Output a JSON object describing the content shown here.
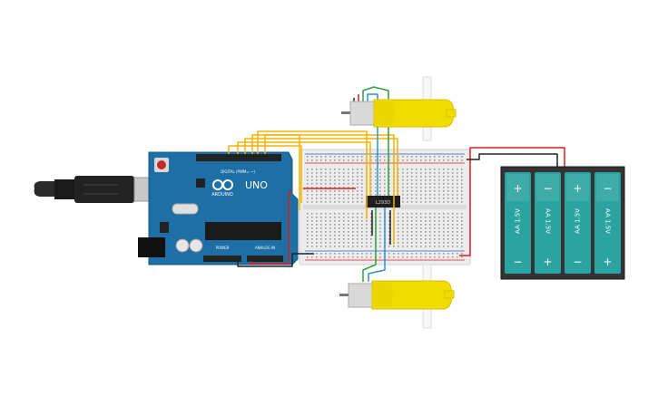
{
  "arduino": {
    "model_label": "UNO",
    "brand_label": "ARDUINO",
    "digital_label": "DIGITAL (PWM= ~)",
    "analog_label": "ANALOG IN",
    "power_label": "POWER",
    "board_color": "#1d6fa5"
  },
  "driver_ic": {
    "label": "L293D"
  },
  "battery_pack": {
    "cells": [
      {
        "label": "AA 1.5V",
        "top_symbol": "+",
        "bottom_symbol": "−"
      },
      {
        "label": "AA 1.5V",
        "top_symbol": "−",
        "bottom_symbol": "+"
      },
      {
        "label": "AA 1.5V",
        "top_symbol": "+",
        "bottom_symbol": "−"
      },
      {
        "label": "AA 1.5V",
        "top_symbol": "−",
        "bottom_symbol": "+"
      }
    ],
    "cell_color": "#2ba3a0",
    "case_color": "#333333"
  },
  "motors": [
    {
      "name": "motor-top",
      "body_color": "#f2dc00"
    },
    {
      "name": "motor-bottom",
      "body_color": "#f2dc00"
    }
  ],
  "wire_colors": {
    "signal": "#f5b400",
    "power": "#e01b1b",
    "ground": "#222222",
    "green": "#2ea043",
    "blue": "#2b8fd6"
  }
}
